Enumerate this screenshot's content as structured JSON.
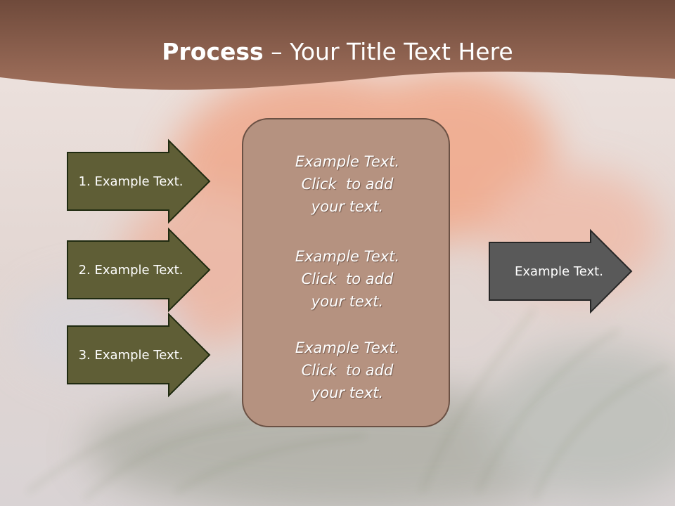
{
  "slide": {
    "title_bold": "Process",
    "title_rest": " – Your Title Text Here"
  },
  "steps": [
    {
      "label": "1. Example Text."
    },
    {
      "label": "2. Example Text."
    },
    {
      "label": "3. Example Text."
    }
  ],
  "center_box": {
    "paragraphs": [
      {
        "lines": [
          "Example Text.",
          "Click  to add",
          "your text."
        ]
      },
      {
        "lines": [
          "Example Text.",
          "Click  to add",
          "your text."
        ]
      },
      {
        "lines": [
          "Example Text.",
          "Click  to add",
          "your text."
        ]
      }
    ]
  },
  "result": {
    "label": "Example Text."
  },
  "colors": {
    "title_band": "#8a5d4a",
    "step_fill": "#5f5e36",
    "step_border": "#1f2a10",
    "center_fill": "#b59280",
    "center_border": "#6b5144",
    "result_fill": "#595959",
    "result_border": "#262626"
  }
}
